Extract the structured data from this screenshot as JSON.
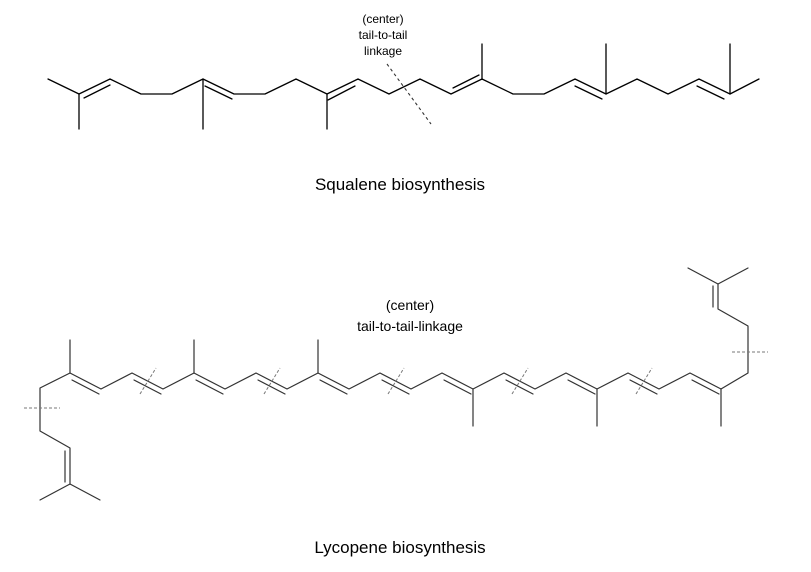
{
  "squalene": {
    "annotation_line1": "(center)",
    "annotation_line2": "tail-to-tail",
    "annotation_line3": "linkage",
    "caption": "Squalene biosynthesis"
  },
  "lycopene": {
    "annotation_line1": "(center)",
    "annotation_line2": "tail-to-tail-linkage",
    "caption": "Lycopene biosynthesis"
  }
}
